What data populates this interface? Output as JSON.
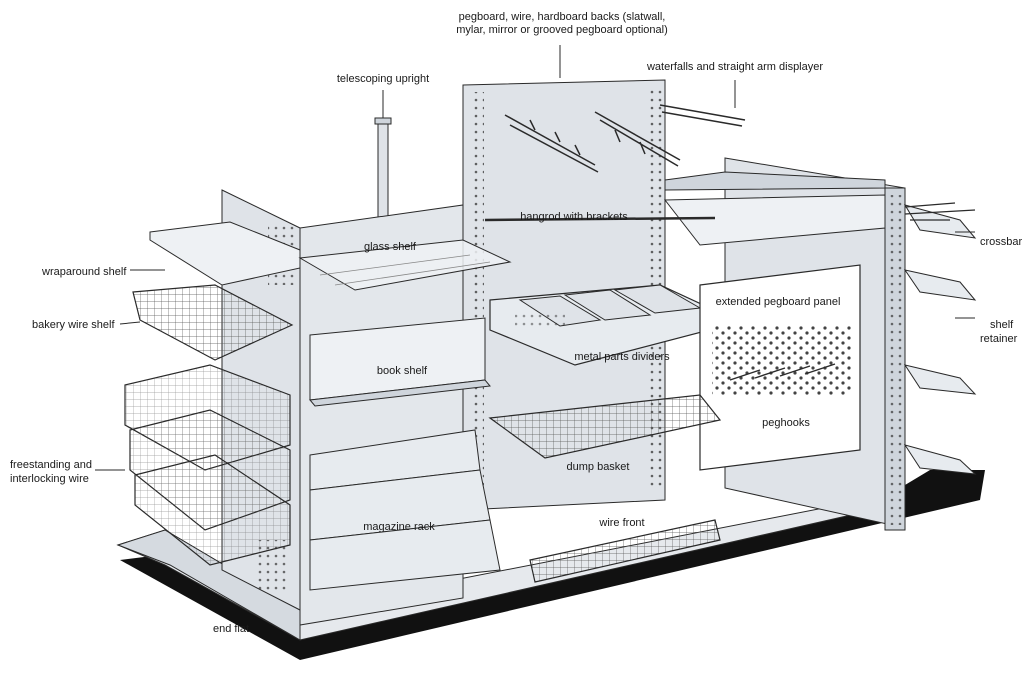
{
  "labels": {
    "pegboard_backs_line1": "pegboard, wire, hardboard backs (slatwall,",
    "pegboard_backs_line2": "mylar, mirror or grooved pegboard optional)",
    "waterfalls": "waterfalls and straight arm displayer",
    "telescoping_upright": "telescoping upright",
    "hangrod": "hangrod with brackets",
    "glass_shelf": "glass shelf",
    "wraparound_shelf": "wraparound shelf",
    "bakery_wire_shelf": "bakery wire shelf",
    "book_shelf": "book shelf",
    "metal_parts_dividers": "metal parts dividers",
    "extended_pegboard_panel": "extended pegboard panel",
    "crossbar": "crossbar",
    "shelf_retainer_line1": "shelf",
    "shelf_retainer_line2": "retainer",
    "peghooks": "peghooks",
    "freestanding_line1": "freestanding and",
    "freestanding_line2": "interlocking wire",
    "dump_basket": "dump basket",
    "magazine_rack": "magazine rack",
    "wire_front": "wire front",
    "end_flat": "end flat"
  },
  "colors": {
    "steel": "#dfe3e8",
    "steel_dark": "#b9c0c9",
    "steel_light": "#eef1f4",
    "outline": "#2a2a2a",
    "base_shadow": "#111111"
  }
}
